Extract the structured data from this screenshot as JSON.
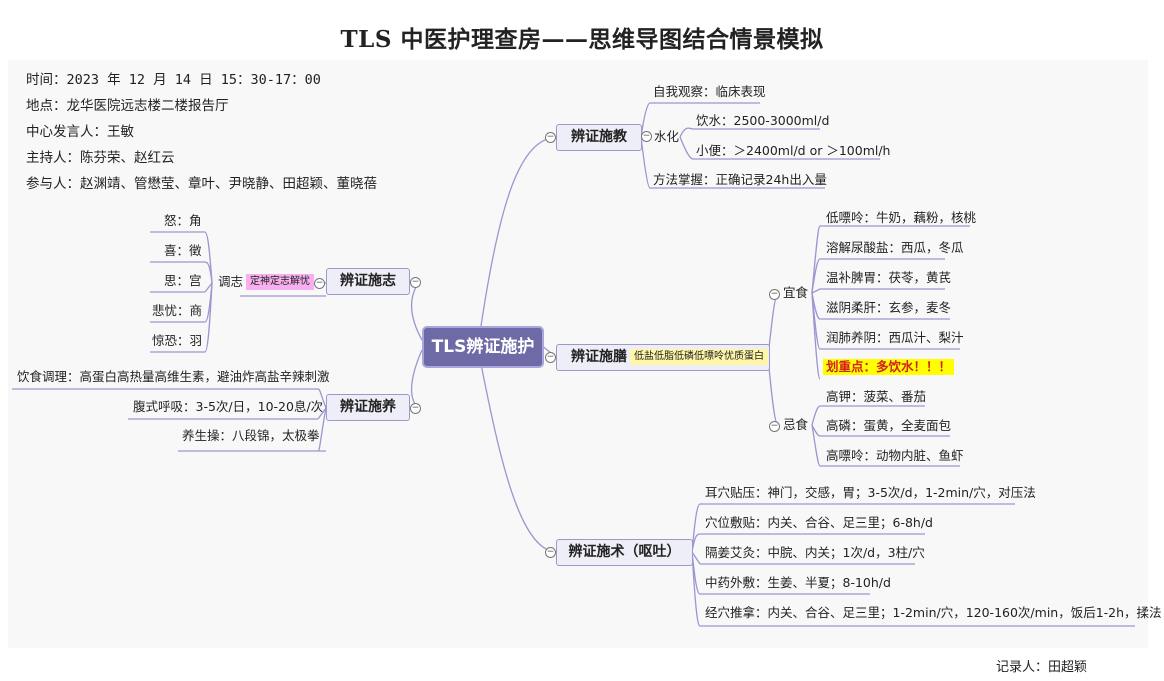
{
  "title": "TLS 中医护理查房——思维导图结合情景模拟",
  "info": {
    "time": "时间：2023 年 12 月 14 日  15：30-17：00",
    "place": "地点：龙华医院远志楼二楼报告厅",
    "speaker": "中心发言人：王敏",
    "host": "主持人：陈芬荣、赵红云",
    "participants": "参与人：赵渊靖、管懋莹、章叶、尹晓静、田超颖、董晓蓓"
  },
  "recorder": "记录人：田超颖",
  "central": "TLS辨证施护",
  "edu": {
    "label": "辨证施教",
    "self_obs": "自我观察：临床表现",
    "water_label": "水化",
    "water_drink": "饮水：2500-3000ml/d",
    "water_urine": "小便：＞2400ml/d or ＞100ml/h",
    "method": "方法掌握：正确记录24h出入量"
  },
  "emotion": {
    "label": "辨证施志",
    "tune_label": "调志",
    "tune_tag": "定神定志解忧",
    "items": [
      "怒：角",
      "喜：徵",
      "思：宫",
      "悲忧：商",
      "惊恐：羽"
    ]
  },
  "diet": {
    "label": "辨证施膳",
    "tag": "低盐低脂低磷低嘌呤优质蛋白",
    "suitable_label": "宜食",
    "suitable": [
      "低嘌呤：牛奶，藕粉，核桃",
      "溶解尿酸盐：西瓜，冬瓜",
      "温补脾胃：茯苓，黄芪",
      "滋阴柔肝：玄参，麦冬",
      "润肺养阴：西瓜汁、梨汁"
    ],
    "highlight": "划重点：多饮水！！！",
    "avoid_label": "忌食",
    "avoid": [
      "高钾：菠菜、番茄",
      "高磷：蛋黄，全麦面包",
      "高嘌呤：动物内脏、鱼虾"
    ]
  },
  "nurture": {
    "label": "辨证施养",
    "items": [
      "饮食调理：高蛋白高热量高维生素，避油炸高盐辛辣刺激",
      "腹式呼吸：3-5次/日，10-20息/次",
      "养生操：八段锦，太极拳"
    ]
  },
  "technique": {
    "label": "辨证施术（呕吐）",
    "items": [
      "耳穴贴压：神门，交感，胃；3-5次/d，1-2min/穴，对压法",
      "穴位敷贴：内关、合谷、足三里；6-8h/d",
      "隔姜艾灸：中脘、内关；1次/d，3柱/穴",
      "中药外敷：生姜、半夏；8-10h/d",
      "经穴推拿：内关、合谷、足三里；1-2min/穴，120-160次/min，饭后1-2h，揉法"
    ]
  },
  "colors": {
    "line": "#9a96d0",
    "central_bg": "#6d6aa6",
    "tag_pink": "#f7aff0",
    "tag_yellow": "#fff6a8",
    "highlight": "#ffff00"
  }
}
